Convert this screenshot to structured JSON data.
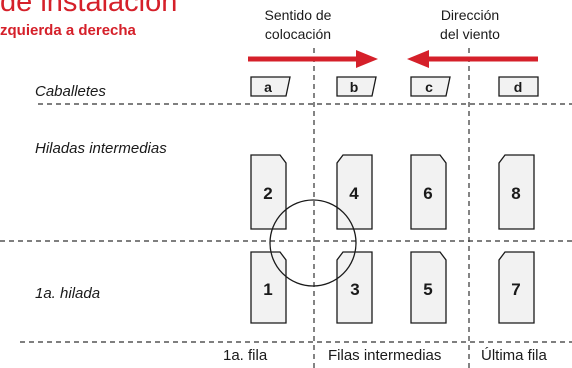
{
  "title": "de instalación",
  "subtitle": "zquierda a derecha",
  "laying_direction_label": [
    "Sentido de",
    "colocación"
  ],
  "wind_direction_label": [
    "Dirección",
    "del viento"
  ],
  "accent_color": "#d5202a",
  "row_labels": {
    "ridges": "Caballetes",
    "intermediate_courses": "Hiladas intermedias",
    "first_course": "1a. hilada"
  },
  "column_labels": {
    "first_row": "1a. fila",
    "intermediate_rows": "Filas intermedias",
    "last_row": "Última fila"
  },
  "lanes": [
    "a",
    "b",
    "c",
    "d"
  ],
  "tiles_upper": [
    "2",
    "4",
    "6",
    "8"
  ],
  "tiles_lower": [
    "1",
    "3",
    "5",
    "7"
  ]
}
